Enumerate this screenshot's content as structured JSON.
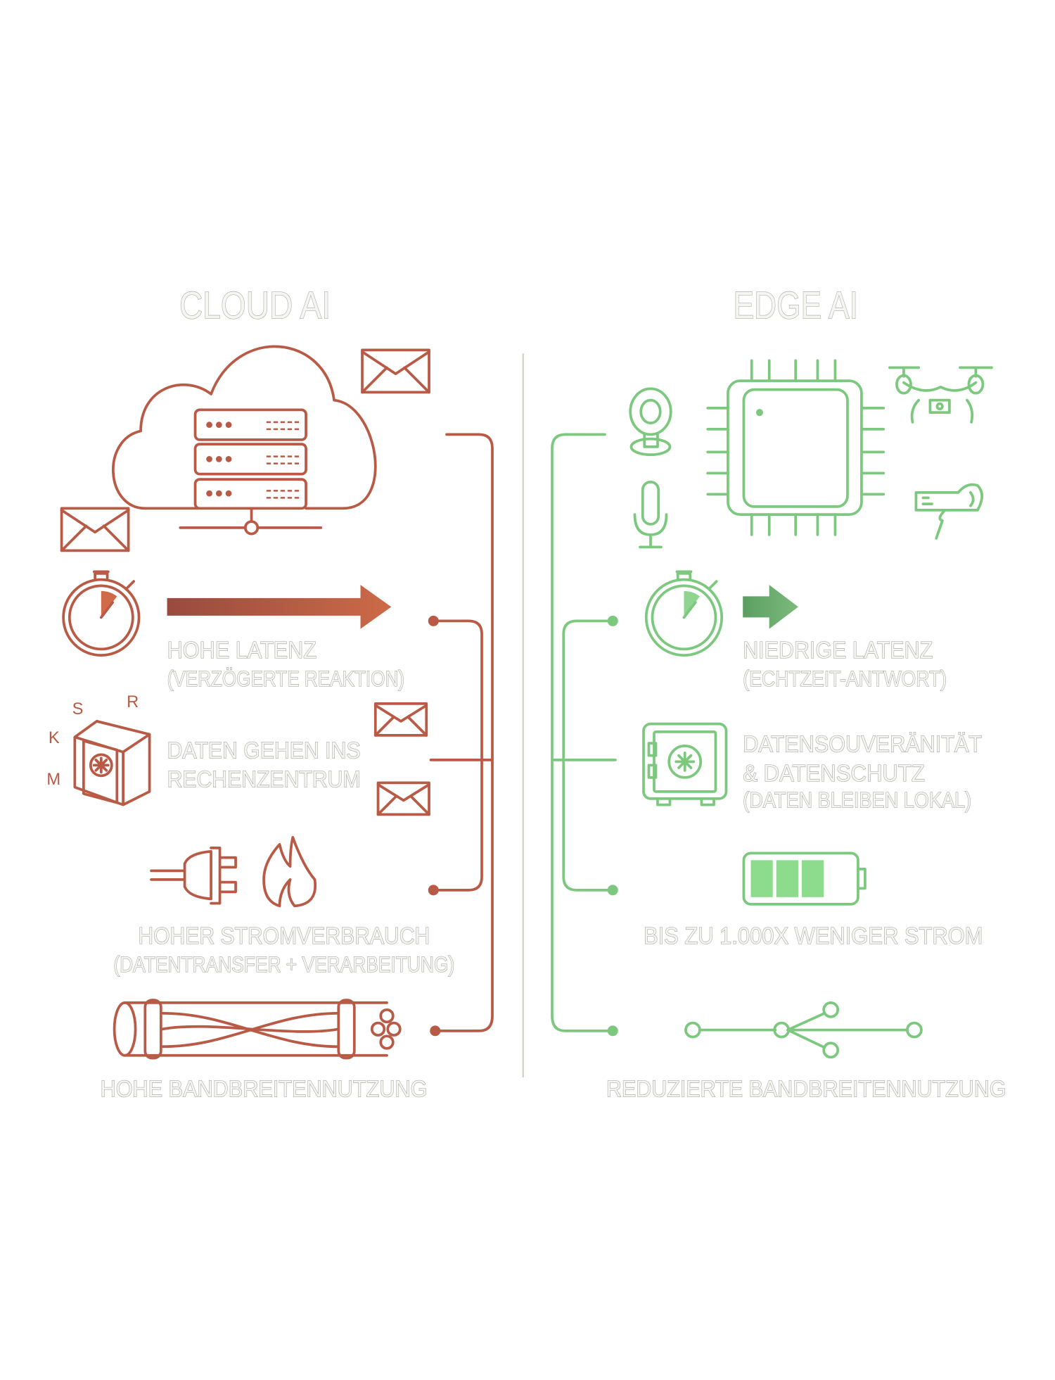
{
  "cloud": {
    "title": "CLOUD AI",
    "latency": {
      "title": "HOHE LATENZ",
      "subtitle": "(VERZÖGERTE REAKTION)"
    },
    "data": {
      "line1": "DATEN GEHEN INS",
      "line2": "RECHENZENTRUM"
    },
    "safe_letters": [
      "S",
      "R",
      "K",
      "M"
    ],
    "power": {
      "title": "HOHER STROMVERBRAUCH",
      "subtitle": "(DATENTRANSFER + VERARBEITUNG)"
    },
    "bandwidth": {
      "title": "HOHE BANDBREITENNUTZUNG"
    },
    "color": "#b85a45"
  },
  "edge": {
    "title": "EDGE AI",
    "latency": {
      "title": "NIEDRIGE LATENZ",
      "subtitle": "(ECHTZEIT-ANTWORT)"
    },
    "data": {
      "line1": "DATENSOUVERÄNITÄT",
      "line2": "& DATENSCHUTZ",
      "line3": "(DATEN BLEIBEN LOKAL)"
    },
    "power": {
      "title": "BIS ZU 1.000X WENIGER STROM"
    },
    "battery_level": 0.75,
    "bandwidth": {
      "title": "REDUZIERTE BANDBREITENNUTZUNG"
    },
    "color": "#7cc87e"
  }
}
